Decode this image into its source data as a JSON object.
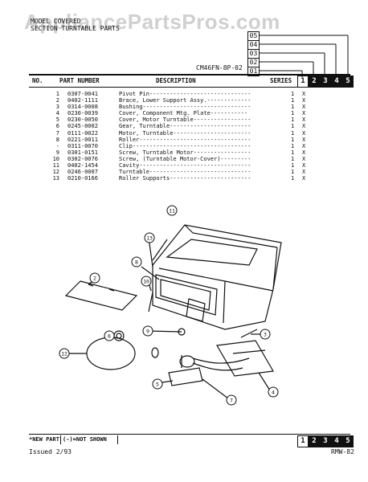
{
  "watermark": "AppliancePartsPros.com",
  "header": {
    "line1": "MODEL COVERED",
    "line2": "SECTION TURNTABLE PARTS",
    "model_code": "CM46FN-8P-02"
  },
  "ladder": [
    "05",
    "04",
    "03",
    "02",
    "01"
  ],
  "columns": {
    "no": "NO.",
    "part": "PART NUMBER",
    "desc": "DESCRIPTION",
    "series": "SERIES"
  },
  "series_boxes": [
    "1",
    "2",
    "3",
    "4",
    "5"
  ],
  "parts": [
    {
      "no": "1",
      "part": "0307-0041",
      "desc": "Pivot Pin------------------------------",
      "qty": "1",
      "x": "X"
    },
    {
      "no": "2",
      "part": "0402-1111",
      "desc": "Brace, Lower Support Assy.-------------",
      "qty": "1",
      "x": "X"
    },
    {
      "no": "3",
      "part": "0314-0008",
      "desc": "Bushing--------------------------------",
      "qty": "1",
      "x": "X"
    },
    {
      "no": "4",
      "part": "0230-0039",
      "desc": "Cover, Component Mtg. Plate-----------",
      "qty": "1",
      "x": "X"
    },
    {
      "no": "5",
      "part": "0230-0050",
      "desc": "Cover, Motor Turntable-----------------",
      "qty": "1",
      "x": "X"
    },
    {
      "no": "6",
      "part": "0245-0002",
      "desc": "Gear, Turntable------------------------",
      "qty": "1",
      "x": "X"
    },
    {
      "no": "7",
      "part": "0111-0022",
      "desc": "Motor, Turntable-----------------------",
      "qty": "1",
      "x": "X"
    },
    {
      "no": "8",
      "part": "0221-0011",
      "desc": "Roller---------------------------------",
      "qty": "1",
      "x": "X"
    },
    {
      "no": "-",
      "part": "0311-0070",
      "desc": "Clip-----------------------------------",
      "qty": "1",
      "x": "X"
    },
    {
      "no": "9",
      "part": "0301-0151",
      "desc": "Screw, Turntable Motor-----------------",
      "qty": "1",
      "x": "X"
    },
    {
      "no": "10",
      "part": "0302-0076",
      "desc": "Screw, (Turntable Motor-Cover)---------",
      "qty": "1",
      "x": "X"
    },
    {
      "no": "11",
      "part": "0402-1454",
      "desc": "Cavity---------------------------------",
      "qty": "1",
      "x": "X"
    },
    {
      "no": "12",
      "part": "0246-0007",
      "desc": "Turntable------------------------------",
      "qty": "1",
      "x": "X"
    },
    {
      "no": "13",
      "part": "0210-0166",
      "desc": "Roller Supports------------------------",
      "qty": "1",
      "x": "X"
    }
  ],
  "callouts": [
    "11",
    "13",
    "8",
    "10",
    "2",
    "9",
    "3",
    "6",
    "12",
    "5",
    "7",
    "4"
  ],
  "footer": {
    "new_part": "*NEW PART",
    "not_shown": "(-)=NOT SHOWN",
    "issued": "Issued 2/93",
    "code": "RMW-82"
  }
}
